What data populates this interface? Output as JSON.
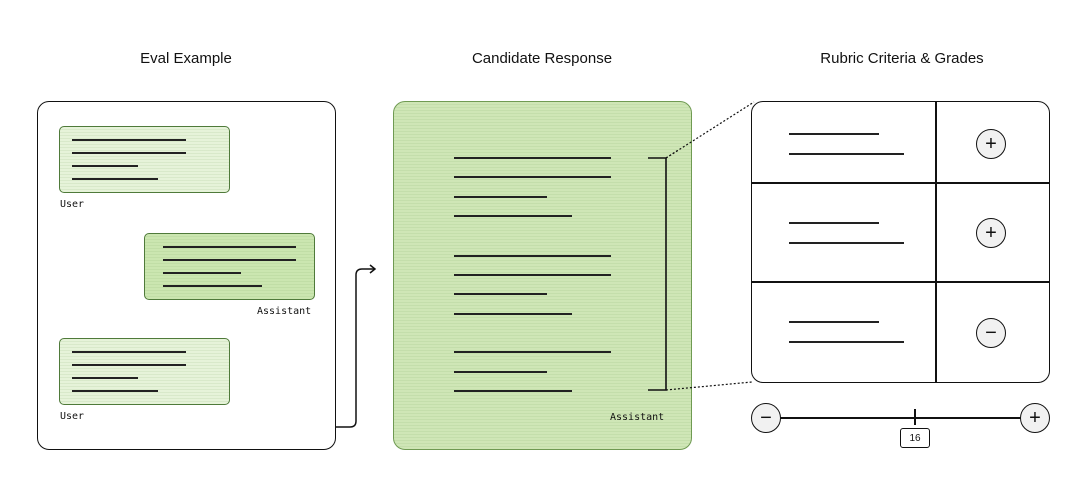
{
  "titles": {
    "eval_example": "Eval Example",
    "candidate_response": "Candidate Response",
    "rubric": "Rubric Criteria & Grades"
  },
  "eval_example": {
    "messages": [
      {
        "role": "user",
        "label": "User"
      },
      {
        "role": "assistant",
        "label": "Assistant"
      },
      {
        "role": "user",
        "label": "User"
      }
    ]
  },
  "candidate_response": {
    "label": "Assistant"
  },
  "rubric": {
    "rows": [
      {
        "grade": "+",
        "grade_icon": "plus-icon"
      },
      {
        "grade": "+",
        "grade_icon": "plus-icon"
      },
      {
        "grade": "−",
        "grade_icon": "minus-icon"
      }
    ]
  },
  "score_bar": {
    "min_symbol": "−",
    "max_symbol": "+",
    "score": "16"
  },
  "colors": {
    "user_bubble": "#e6f3d9",
    "assistant_bubble": "#cbe6b0",
    "candidate_fill": "#cfe6b6",
    "border_green": "#4f7a3a"
  }
}
